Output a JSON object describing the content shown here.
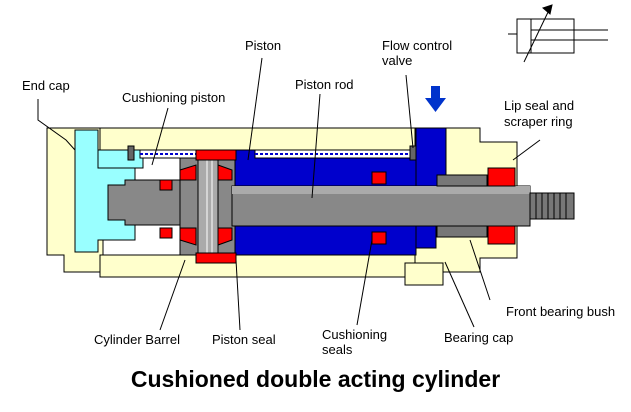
{
  "title": "Cushioned double acting cylinder",
  "labels": {
    "end_cap": "End cap",
    "cushioning_piston": "Cushioning piston",
    "piston": "Piston",
    "piston_rod": "Piston rod",
    "flow_control_valve_1": "Flow control",
    "flow_control_valve_2": "valve",
    "lip_seal_1": "Lip seal and",
    "lip_seal_2": "scraper ring",
    "front_bearing_bush": "Front bearing bush",
    "cylinder_barrel": "Cylinder Barrel",
    "piston_seal": "Piston seal",
    "cushioning_seals_1": "Cushioning",
    "cushioning_seals_2": "seals",
    "bearing_cap": "Bearing cap"
  },
  "colors": {
    "end_cap_body": "#ffffcc",
    "cushion_chamber": "#99ffff",
    "pressurized_air": "#0000cc",
    "seal": "#ff0000",
    "steel": "#888888",
    "steel_dark": "#555555",
    "outline": "#000000",
    "arrow": "#0033cc"
  },
  "icons": [
    "flow-arrow-icon",
    "cylinder-symbol-icon"
  ]
}
